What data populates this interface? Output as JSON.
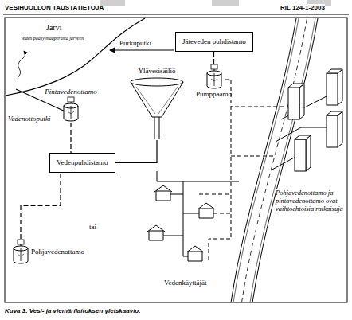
{
  "diagram": {
    "title": "VESIHUOLLON TAUSTATIETOJA",
    "caption": "Kuva 3. Vesi- ja viemärilaitoksen yleiskaavio.",
    "nodes": [
      {
        "text": [
          "Jäteveden puhdistamo"
        ]
      },
      {
        "text": [
          "Ylävesisäiliö"
        ]
      },
      {
        "text": [
          "Pintavedenottamo"
        ]
      },
      {
        "text": [
          "Pumppaamo"
        ]
      },
      {
        "text": [
          "Vedenpuhdistamo"
        ]
      },
      {
        "text": [
          "Pohjavedenottamo"
        ]
      }
    ],
    "edges": [
      {
        "from": 2,
        "to": 4,
        "arrow": "none"
      },
      {
        "from": 5,
        "to": 4,
        "arrow": "none"
      },
      {
        "from": 4,
        "to": 1,
        "arrow": "none"
      },
      {
        "from": 3,
        "to": 0,
        "arrow": "none"
      }
    ],
    "labels": [
      "RIL 124-1-2003",
      "Järvi",
      "Veden pääsy maaperästä järveen",
      "Purkuputki",
      "Vedenottoputki",
      "tai",
      "Vedenkäyttäjät",
      "Pohjavedenottamo ja pintavedenottamo ovat vaihtoehtoisia ratkaisuja"
    ]
  }
}
